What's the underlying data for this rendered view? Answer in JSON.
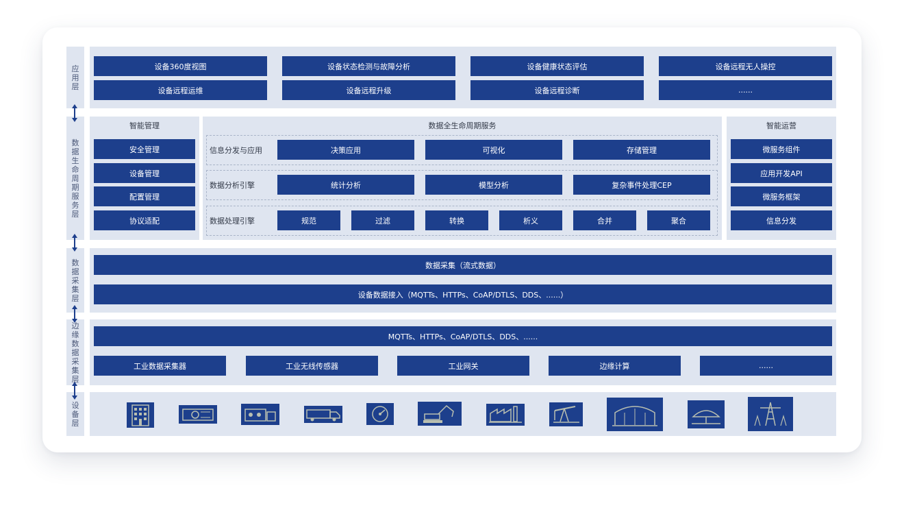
{
  "layers": {
    "application": "应用层",
    "data_lifecycle": "数据生命周期服务层",
    "data_collection": "数据采集层",
    "edge": "边缘数据采集层",
    "device": "设备层"
  },
  "application_layer": {
    "row1": [
      "设备360度视图",
      "设备状态检测与故障分析",
      "设备健康状态评估",
      "设备远程无人操控"
    ],
    "row2": [
      "设备远程运维",
      "设备远程升级",
      "设备远程诊断",
      "......"
    ]
  },
  "lifecycle_layer": {
    "left": {
      "title": "智能管理",
      "items": [
        "安全管理",
        "设备管理",
        "配置管理",
        "协议适配"
      ]
    },
    "center": {
      "title": "数据全生命周期服务",
      "rows": [
        {
          "label": "信息分发与应用",
          "items": [
            "决策应用",
            "可视化",
            "存储管理"
          ]
        },
        {
          "label": "数据分析引擎",
          "items": [
            "统计分析",
            "模型分析",
            "复杂事件处理CEP"
          ]
        },
        {
          "label": "数据处理引擎",
          "items": [
            "规范",
            "过滤",
            "转换",
            "析义",
            "合并",
            "聚合"
          ]
        }
      ]
    },
    "right": {
      "title": "智能运营",
      "items": [
        "微服务组件",
        "应用开发API",
        "微服务框架",
        "信息分发"
      ]
    }
  },
  "collection_layer": {
    "row1": "数据采集（流式数据）",
    "row2": "设备数据接入（MQTTs、HTTPs、CoAP/DTLS、DDS、......）"
  },
  "edge_layer": {
    "protocols": "MQTTs、HTTPs、CoAP/DTLS、DDS、......",
    "items": [
      "工业数据采集器",
      "工业无线传感器",
      "工业网关",
      "边缘计算",
      "......"
    ]
  },
  "device_layer": {
    "icons": [
      "building-icon",
      "machine-icon",
      "generator-icon",
      "truck-icon",
      "gauge-icon",
      "excavator-icon",
      "factory-icon",
      "oil-pump-icon",
      "warehouse-icon",
      "dome-icon",
      "power-tower-icon"
    ]
  },
  "colors": {
    "box": "#1d3f8c",
    "panel": "#dfe5f0",
    "text": "#333a48"
  }
}
